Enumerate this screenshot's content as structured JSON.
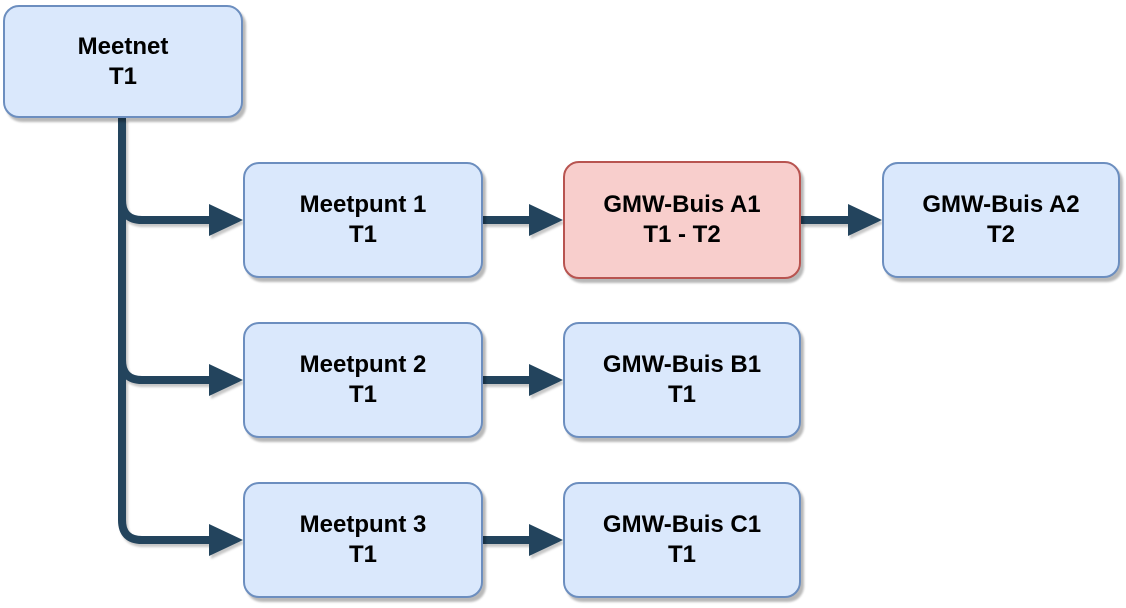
{
  "diagram": {
    "colors": {
      "background": "#ffffff",
      "node_fill": "#dae8fc",
      "node_border": "#6c8ebf",
      "highlight_fill": "#f8cecc",
      "highlight_border": "#b85450",
      "connector": "#23445d",
      "text": "#000000"
    },
    "nodes": {
      "meetnet": {
        "label": "Meetnet",
        "period": "T1"
      },
      "meetpunt1": {
        "label": "Meetpunt 1",
        "period": "T1"
      },
      "gmw_a1": {
        "label": "GMW-Buis A1",
        "period": "T1 - T2"
      },
      "gmw_a2": {
        "label": "GMW-Buis A2",
        "period": "T2"
      },
      "meetpunt2": {
        "label": "Meetpunt 2",
        "period": "T1"
      },
      "gmw_b1": {
        "label": "GMW-Buis B1",
        "period": "T1"
      },
      "meetpunt3": {
        "label": "Meetpunt 3",
        "period": "T1"
      },
      "gmw_c1": {
        "label": "GMW-Buis C1",
        "period": "T1"
      }
    }
  }
}
